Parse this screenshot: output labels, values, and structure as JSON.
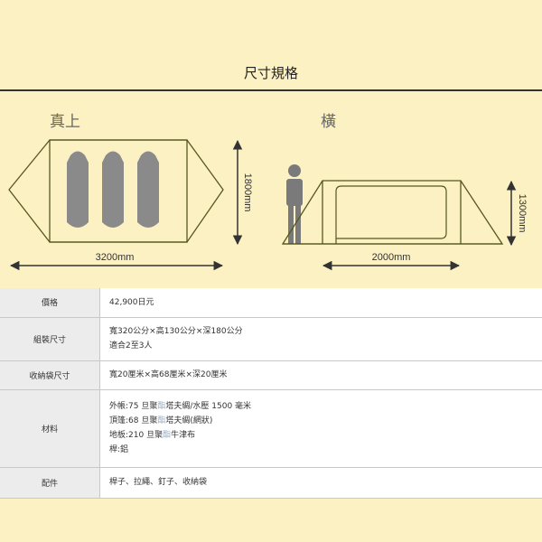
{
  "header": {
    "title": "尺寸規格"
  },
  "views": {
    "top_label": "真上",
    "side_label": "橫"
  },
  "dimensions": {
    "top_width": "3200mm",
    "top_depth": "1800mm",
    "side_width": "2000mm",
    "side_height": "1300mm"
  },
  "colors": {
    "background": "#fcf1c2",
    "tent_outline": "#55571f",
    "sleeping_bag": "#8a8a8a",
    "person": "#7a7a7a"
  },
  "specs": {
    "price": {
      "label": "價格",
      "value": "42,900日元"
    },
    "assembled": {
      "label": "組裝尺寸",
      "line1": "寬320公分×高130公分×深180公分",
      "line2": "適合2至3人"
    },
    "bag": {
      "label": "收納袋尺寸",
      "value": "寬20厘米×高68厘米×深20厘米"
    },
    "material": {
      "label": "材料",
      "line1a": "外帳:75 旦聚",
      "line1b": "酯",
      "line1c": "塔夫綢/水壓 1500 毫米",
      "line2a": "頂篷:68 旦聚",
      "line2b": "酯",
      "line2c": "塔夫綢(網狀)",
      "line3a": "地板:210 旦聚",
      "line3b": "酯",
      "line3c": "牛津布",
      "line4": "桿:鋁"
    },
    "accessories": {
      "label": "配件",
      "value": "桿子、拉繩、釘子、收納袋"
    }
  }
}
